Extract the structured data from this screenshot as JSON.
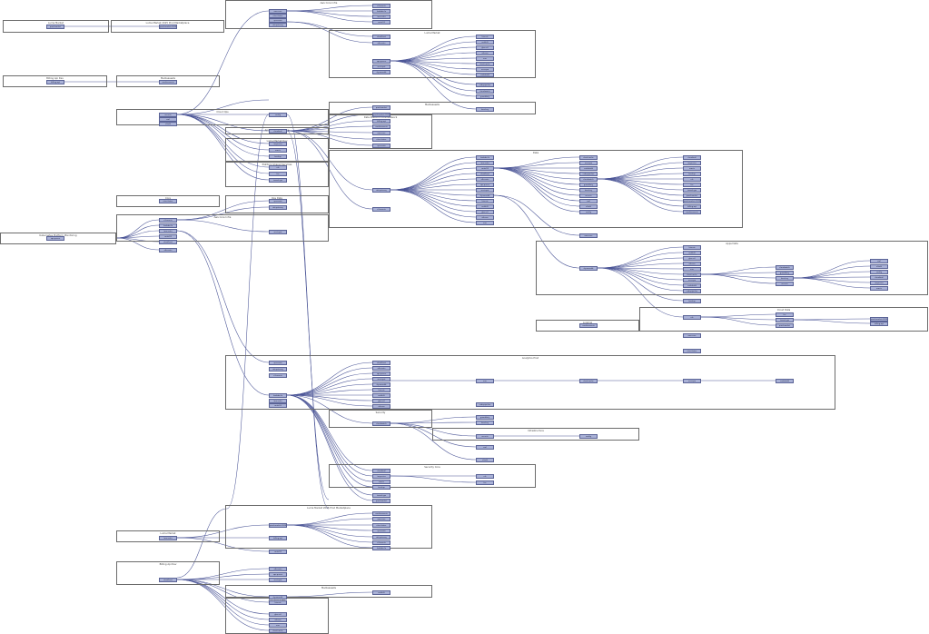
{
  "diagram": {
    "clusters": [
      {
        "id": "c1",
        "label": "Luma Market"
      },
      {
        "id": "c2",
        "label": "Luma Market 2025 Prod Marketplace"
      },
      {
        "id": "c3",
        "label": "Billing Api Dev"
      },
      {
        "id": "c4",
        "label": "Mediaassets"
      },
      {
        "id": "c5",
        "label": "Aws Core Infra"
      },
      {
        "id": "c6",
        "label": "Luma Market"
      },
      {
        "id": "c7",
        "label": "Mediaassets"
      },
      {
        "id": "c8",
        "label": "Cloud Ops"
      },
      {
        "id": "c9",
        "label": "Api Gateway Service"
      },
      {
        "id": "c10",
        "label": "Luma Market Dev"
      },
      {
        "id": "c11",
        "label": "Data Platform Core Network"
      },
      {
        "id": "c12",
        "label": "Platform Shared Services"
      },
      {
        "id": "c13",
        "label": "Data"
      },
      {
        "id": "c14",
        "label": "Core"
      },
      {
        "id": "c15",
        "label": "Aws Core Infra"
      },
      {
        "id": "c16",
        "label": "Kubernetes Platform Monitoring"
      },
      {
        "id": "c17",
        "label": "Ops Data"
      },
      {
        "id": "c18",
        "label": "Apps Data"
      },
      {
        "id": "c19",
        "label": "Cloud Data"
      },
      {
        "id": "c20",
        "label": "Logging"
      },
      {
        "id": "c21",
        "label": "Analytics Prod"
      },
      {
        "id": "c22",
        "label": "Security"
      },
      {
        "id": "c23",
        "label": "Infrastructure"
      },
      {
        "id": "c24",
        "label": "Security Core"
      }
    ],
    "nodes": [
      "prod-market",
      "prod-market-2025",
      "billing-api",
      "media-assets",
      "aws-core",
      "eks-cluster",
      "vpc-main",
      "rds-primary",
      "s3-assets",
      "lambda-fn",
      "iam-roles",
      "route53",
      "cloudfront",
      "alb-main",
      "sqs-queue",
      "sns-topic",
      "dynamodb",
      "kinesis",
      "redshift",
      "glue-etl",
      "athena",
      "emr",
      "elasticache",
      "ecr-repo",
      "codebuild",
      "codepipeline",
      "cloudwatch",
      "guardduty",
      "kms-key",
      "secrets",
      "waf",
      "shield",
      "config",
      "cloudtrail",
      "inspector",
      "macie",
      "backup",
      "efs",
      "fsx",
      "transit-gw"
    ]
  }
}
